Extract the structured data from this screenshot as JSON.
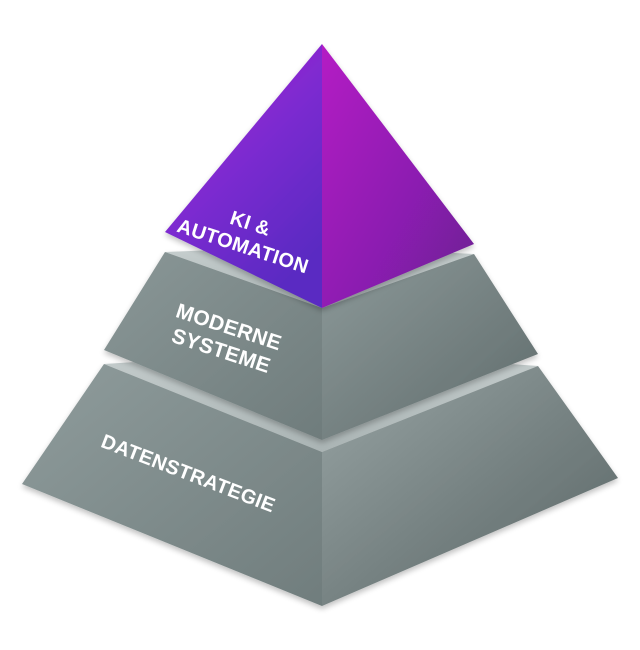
{
  "pyramid": {
    "tiers": [
      {
        "id": "top",
        "lines": [
          "KI &",
          "AUTOMATION"
        ],
        "color": "#7a2bc4",
        "accent": "#b51fc9"
      },
      {
        "id": "middle",
        "lines": [
          "MODERNE",
          "SYSTEME"
        ],
        "color": "#7c8a8a"
      },
      {
        "id": "bottom",
        "lines": [
          "DATENSTRATEGIE"
        ],
        "color": "#7f8d8d"
      }
    ]
  }
}
